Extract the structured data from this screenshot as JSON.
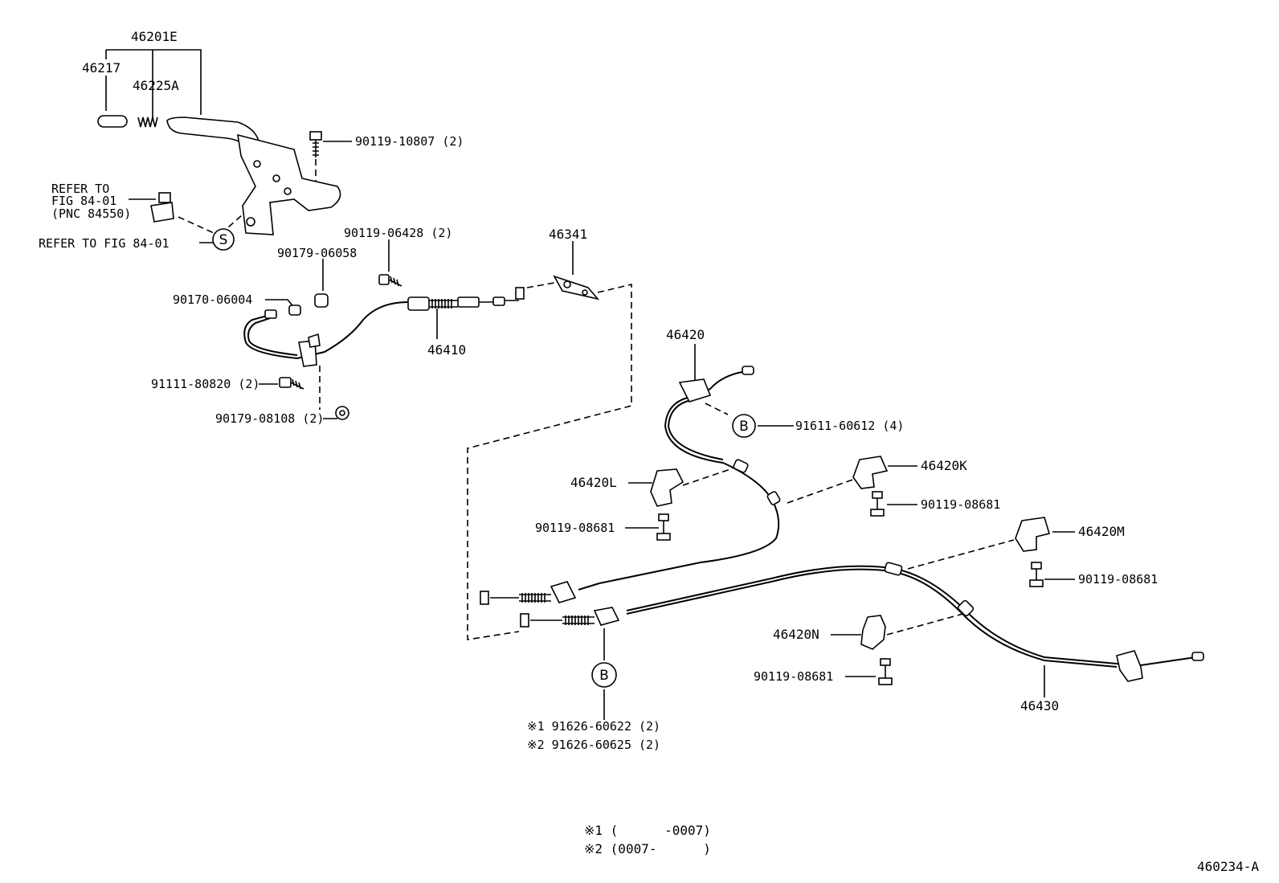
{
  "labels": {
    "p46201E": "46201E",
    "p46217": "46217",
    "p46225A": "46225A",
    "p90119_10807": "90119-10807 (2)",
    "refer1_a": "REFER TO",
    "refer1_b": "FIG 84-01",
    "refer1_c": "(PNC 84550)",
    "refer2": "REFER TO FIG 84-01",
    "circle_s": "S",
    "p90119_06428": "90119-06428 (2)",
    "p90179_06058": "90179-06058",
    "p46341": "46341",
    "p90170_06004": "90170-06004",
    "p46410": "46410",
    "p91111_80820": "91111-80820 (2)",
    "p90179_08108": "90179-08108 (2)",
    "p46420": "46420",
    "circle_b1": "B",
    "p91611_60612": "91611-60612 (4)",
    "p46420K": "46420K",
    "p46420L": "46420L",
    "p90119_08681_k": "90119-08681",
    "p90119_08681_l": "90119-08681",
    "p46420M": "46420M",
    "p90119_08681_m": "90119-08681",
    "p46420N": "46420N",
    "p90119_08681_n": "90119-08681",
    "p46430": "46430",
    "circle_b2": "B",
    "note1_part": "※1 91626-60622 (2)",
    "note2_part": "※2 91626-60625 (2)",
    "legend1": "※1 (      -0007)",
    "legend2": "※2 (0007-      )",
    "figure_id": "460234-A"
  }
}
